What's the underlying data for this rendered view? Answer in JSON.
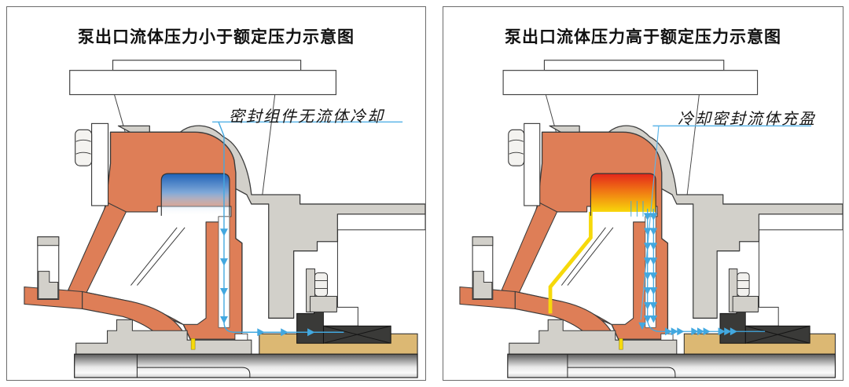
{
  "panels": [
    {
      "id": "low-pressure",
      "title": "泵出口流体压力小于额定压力示意图",
      "annotation": "密封组件无流体冷却",
      "seal_chamber_state": "empty-no-cooling-fluid",
      "flow_intensity": "weak"
    },
    {
      "id": "high-pressure",
      "title": "泵出口流体压力高于额定压力示意图",
      "annotation": "冷却密封流体充盈",
      "seal_chamber_state": "filled-hot-fluid",
      "flow_intensity": "strong"
    }
  ],
  "colors": {
    "casing_orange": "#DE7E57",
    "metal_gray": "#D2D0CA",
    "seal_dark": "#3A3A38",
    "shaft_sleeve_tan": "#DCB873",
    "flow_arrow_blue": "#42A8E0",
    "leader_blue": "#5CB5E8",
    "chamber_cold_blue": "#1E62B8",
    "chamber_hot_red": "#E3261B",
    "chamber_hot_yellow": "#F8D70A",
    "outline": "#3B3B3B"
  }
}
